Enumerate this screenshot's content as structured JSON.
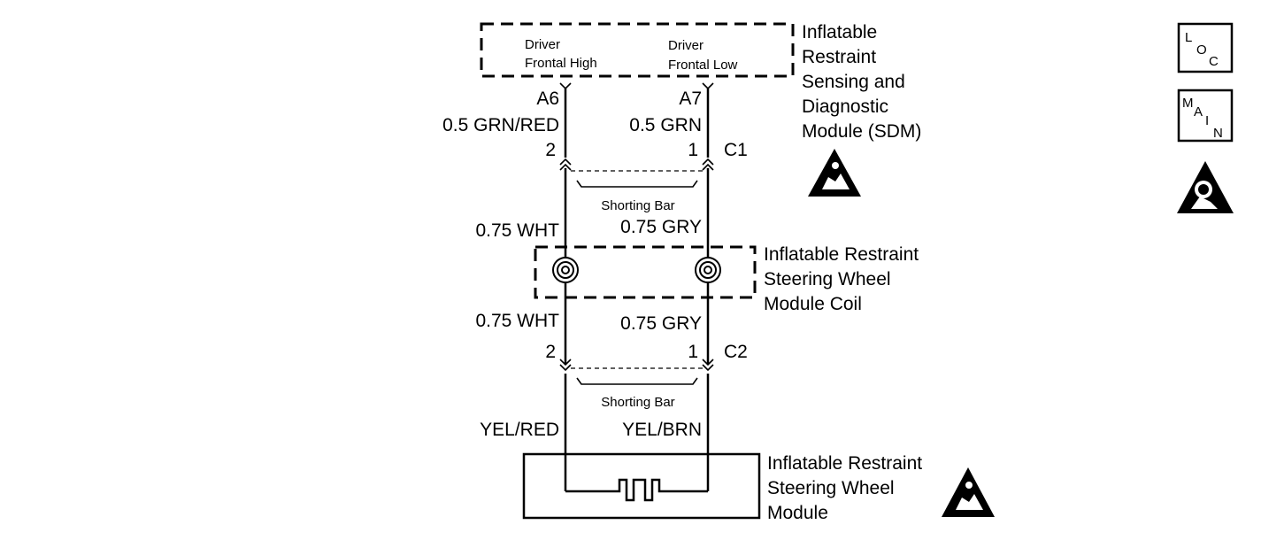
{
  "sdm": {
    "label_lines": [
      "Inflatable",
      "Restraint",
      "Sensing and",
      "Diagnostic",
      "Module (SDM)"
    ],
    "high_line1": "Driver",
    "high_line2": "Frontal High",
    "low_line1": "Driver",
    "low_line2": "Frontal Low"
  },
  "left_circuit": {
    "terminal": "A6",
    "wire_sdm": "0.5 GRN/RED",
    "c1_pin": "2",
    "wire_coil_top": "0.75 WHT",
    "wire_coil_bottom": "0.75 WHT",
    "c2_pin": "2",
    "wire_module": "YEL/RED"
  },
  "right_circuit": {
    "terminal": "A7",
    "wire_sdm": "0.5 GRN",
    "c1_pin": "1",
    "wire_coil_top": "0.75 GRY",
    "wire_coil_bottom": "0.75 GRY",
    "c2_pin": "1",
    "wire_module": "YEL/BRN"
  },
  "connectors": {
    "c1": "C1",
    "c2": "C2",
    "shorting_bar_c1": "Shorting Bar",
    "shorting_bar_c2": "Shorting Bar"
  },
  "coil": {
    "label_lines": [
      "Inflatable Restraint",
      "Steering Wheel",
      "Module Coil"
    ]
  },
  "module": {
    "label_lines": [
      "Inflatable Restraint",
      "Steering Wheel",
      "Module"
    ]
  },
  "side_icons": {
    "loc": [
      "L",
      "O",
      "C"
    ],
    "main": [
      "M",
      "A",
      "I",
      "N"
    ]
  }
}
